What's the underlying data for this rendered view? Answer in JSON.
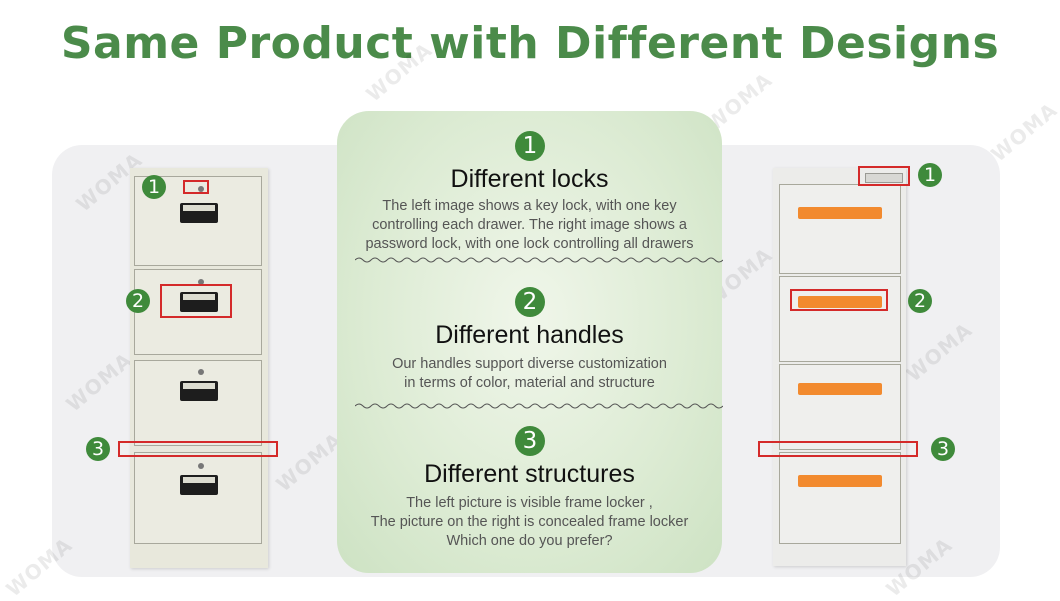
{
  "title": "Same Product with Different Designs",
  "watermark_text": "WOMA",
  "colors": {
    "accent_green": "#4b8b4a",
    "marker_green": "#3f8a3b",
    "highlight_red": "#d42a2a",
    "handle_orange": "#f28a2e"
  },
  "sections": [
    {
      "number": "1",
      "heading": "Different locks",
      "body": [
        "The left image shows a key lock, with one key",
        "controlling each drawer. The right image shows a",
        "password lock, with one lock controlling all drawers"
      ]
    },
    {
      "number": "2",
      "heading": "Different handles",
      "body": [
        "Our handles support diverse customization",
        "in terms of color, material and structure"
      ]
    },
    {
      "number": "3",
      "heading": "Different structures",
      "body": [
        "The left picture is visible frame locker ,",
        "The picture on the right is concealed frame locker",
        "Which one do you prefer?"
      ]
    }
  ],
  "left_markers": [
    "1",
    "2",
    "3"
  ],
  "right_markers": [
    "1",
    "2",
    "3"
  ]
}
